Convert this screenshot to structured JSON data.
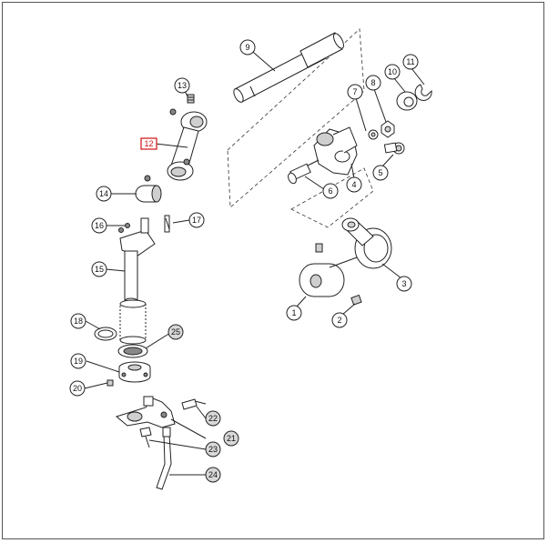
{
  "callouts": [
    {
      "id": "1",
      "label": "1"
    },
    {
      "id": "2",
      "label": "2"
    },
    {
      "id": "3",
      "label": "3"
    },
    {
      "id": "4",
      "label": "4"
    },
    {
      "id": "5",
      "label": "5"
    },
    {
      "id": "6",
      "label": "6"
    },
    {
      "id": "7",
      "label": "7"
    },
    {
      "id": "8",
      "label": "8"
    },
    {
      "id": "9",
      "label": "9"
    },
    {
      "id": "10",
      "label": "10"
    },
    {
      "id": "11",
      "label": "11"
    },
    {
      "id": "12",
      "label": "12",
      "selected": true
    },
    {
      "id": "13",
      "label": "13"
    },
    {
      "id": "14",
      "label": "14"
    },
    {
      "id": "15",
      "label": "15"
    },
    {
      "id": "16",
      "label": "16"
    },
    {
      "id": "17",
      "label": "17"
    },
    {
      "id": "18",
      "label": "18"
    },
    {
      "id": "19",
      "label": "19"
    },
    {
      "id": "20",
      "label": "20"
    },
    {
      "id": "21",
      "label": "21"
    },
    {
      "id": "22",
      "label": "22"
    },
    {
      "id": "23",
      "label": "23"
    },
    {
      "id": "24",
      "label": "24"
    },
    {
      "id": "25",
      "label": "25"
    }
  ],
  "colors": {
    "selected": "#d01010",
    "line": "#222222"
  }
}
